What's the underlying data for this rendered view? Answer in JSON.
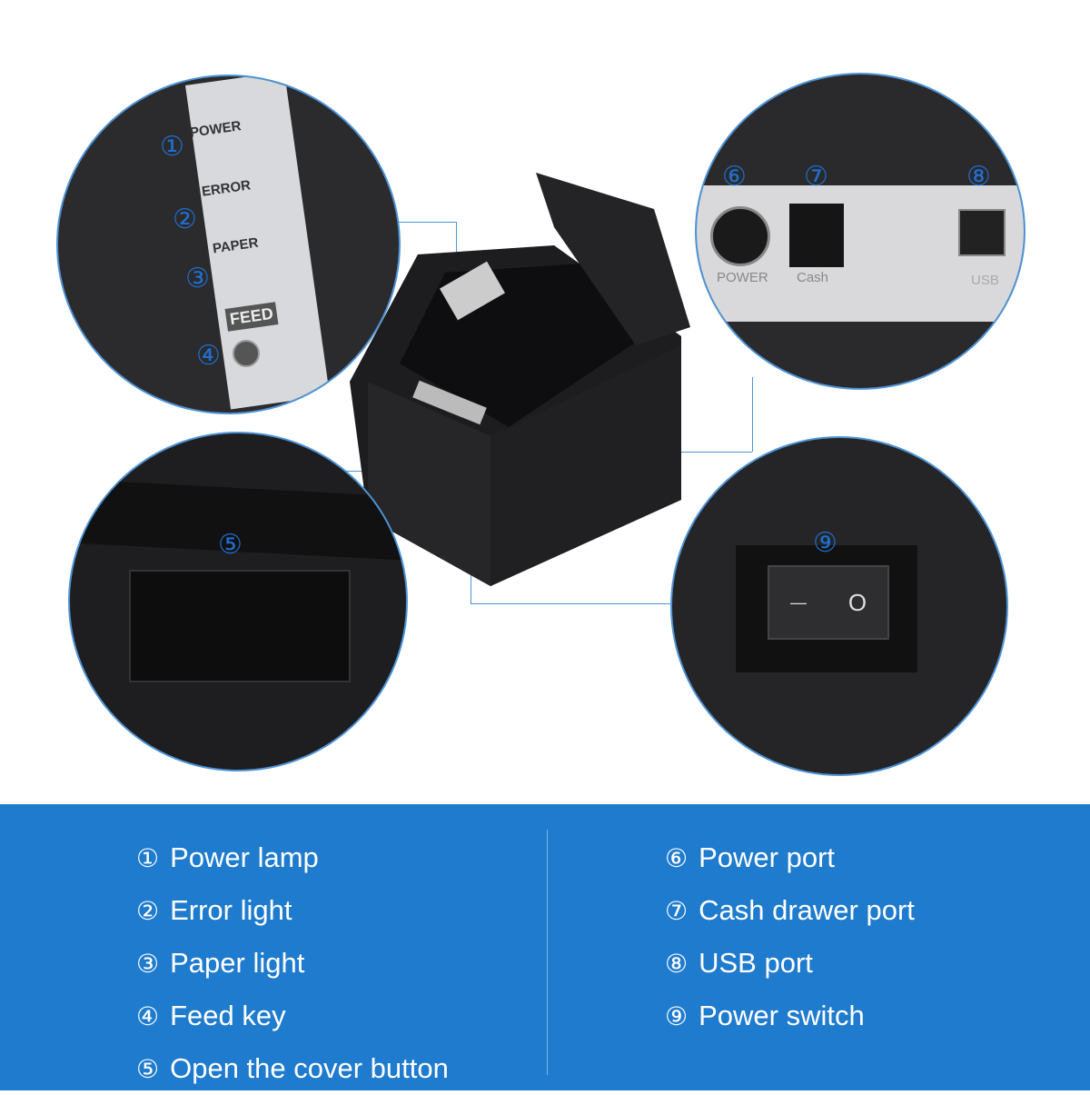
{
  "callouts": {
    "power": "POWER",
    "error": "ERROR",
    "paper": "PAPER",
    "feed": "FEED",
    "port_power": "POWER",
    "port_cash": "Cash",
    "port_usb": "USB"
  },
  "markers": [
    "①",
    "②",
    "③",
    "④",
    "⑤",
    "⑥",
    "⑦",
    "⑧",
    "⑨"
  ],
  "switch": {
    "on": "—",
    "off": "O"
  },
  "legend": {
    "left": [
      {
        "n": "①",
        "t": "Power lamp"
      },
      {
        "n": "②",
        "t": "Error light"
      },
      {
        "n": "③",
        "t": "Paper light"
      },
      {
        "n": "④",
        "t": "Feed key"
      },
      {
        "n": "⑤",
        "t": "Open the cover button"
      }
    ],
    "right": [
      {
        "n": "⑥",
        "t": "Power port"
      },
      {
        "n": "⑦",
        "t": "Cash drawer port"
      },
      {
        "n": "⑧",
        "t": "USB port"
      },
      {
        "n": "⑨",
        "t": "Power switch"
      }
    ]
  },
  "colors": {
    "panel": "#1f7bcd",
    "marker": "#1f6fd0"
  }
}
